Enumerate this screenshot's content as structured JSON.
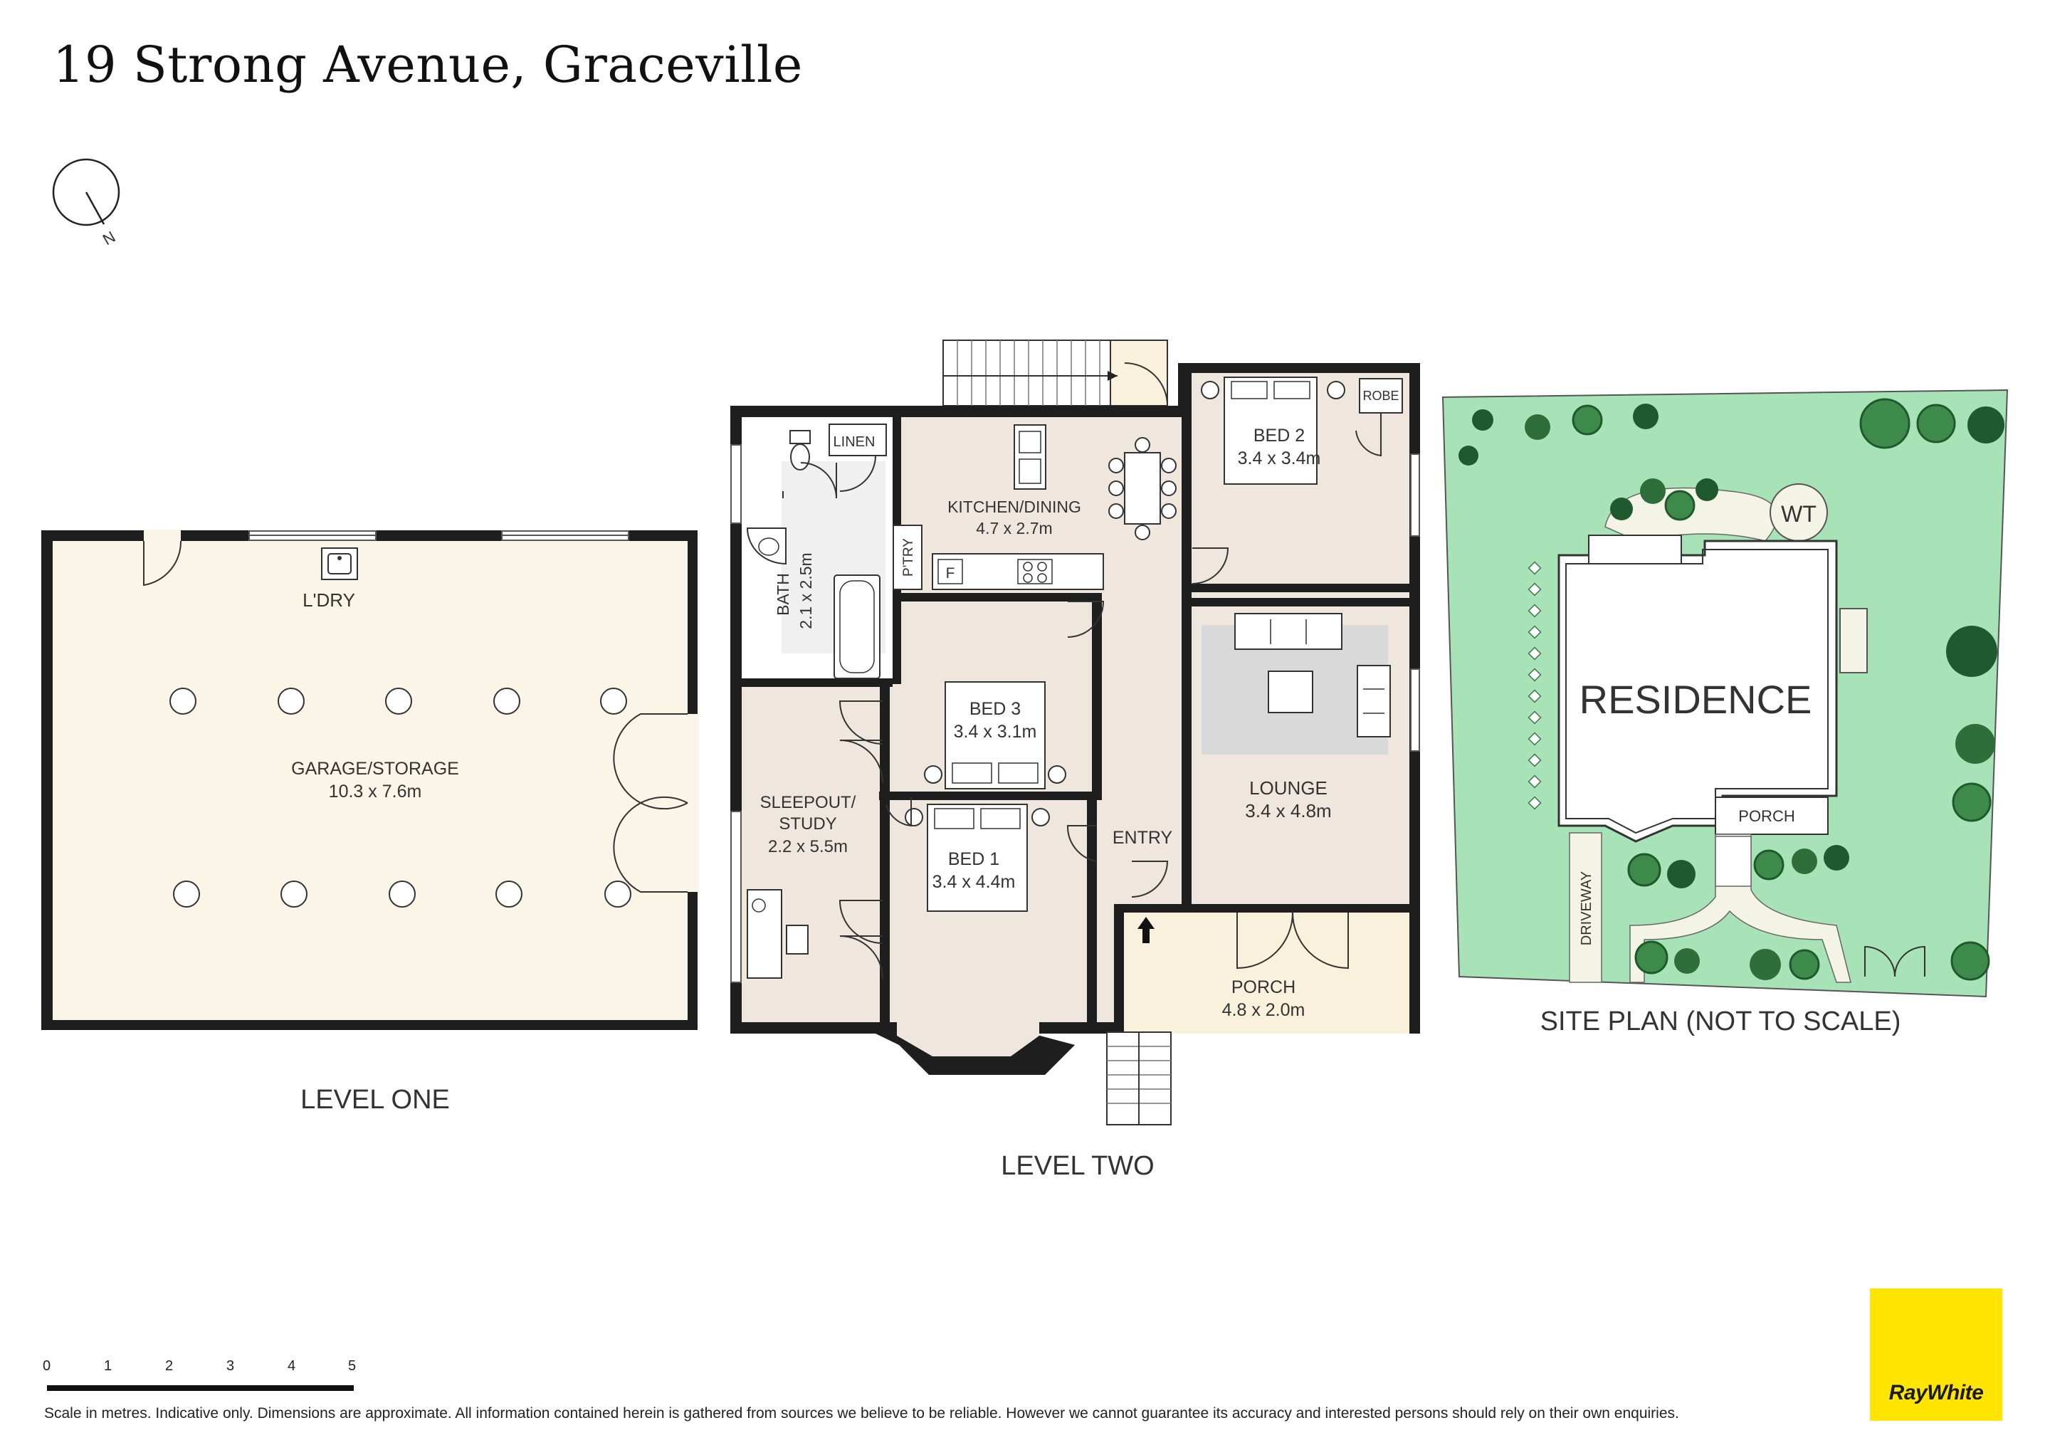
{
  "title": "19 Strong Avenue, Graceville",
  "compass": "N",
  "levels": {
    "one": "LEVEL ONE",
    "two": "LEVEL TWO",
    "site": "SITE PLAN (NOT TO SCALE)"
  },
  "rooms": {
    "laundry": "L'DRY",
    "garage_name": "GARAGE/STORAGE",
    "garage_dim": "10.3 x 7.6m",
    "linen": "LINEN",
    "kitchen_name": "KITCHEN/DINING",
    "kitchen_dim": "4.7 x 2.7m",
    "pantry": "P'TRY",
    "fridge": "F",
    "bath_name": "BATH",
    "bath_dim": "2.1 x 2.5m",
    "bed2_name": "BED 2",
    "bed2_dim": "3.4 x 3.4m",
    "robe": "ROBE",
    "bed3_name": "BED 3",
    "bed3_dim": "3.4 x 3.1m",
    "lounge_name": "LOUNGE",
    "lounge_dim": "3.4 x 4.8m",
    "sleepout_name1": "SLEEPOUT/",
    "sleepout_name2": "STUDY",
    "sleepout_dim": "2.2 x 5.5m",
    "bed1_name": "BED 1",
    "bed1_dim": "3.4 x 4.4m",
    "entry": "ENTRY",
    "porch_name": "PORCH",
    "porch_dim": "4.8 x 2.0m"
  },
  "site": {
    "residence": "RESIDENCE",
    "water_tank": "WT",
    "porch": "PORCH",
    "driveway": "DRIVEWAY"
  },
  "scale": {
    "ticks": [
      "0",
      "1",
      "2",
      "3",
      "4",
      "5"
    ]
  },
  "disclaimer": "Scale in metres. Indicative only. Dimensions are approximate. All information contained herein is gathered from sources we believe to be reliable. However we cannot guarantee its accuracy and interested persons should rely on their own enquiries.",
  "brand": "RayWhite",
  "colors": {
    "floor_garage": "#fbf5e8",
    "floor_house": "#efe6de",
    "floor_porch": "#f9f1dc",
    "site_green": "#a8e3b8",
    "brand_yellow": "#ffe500"
  }
}
